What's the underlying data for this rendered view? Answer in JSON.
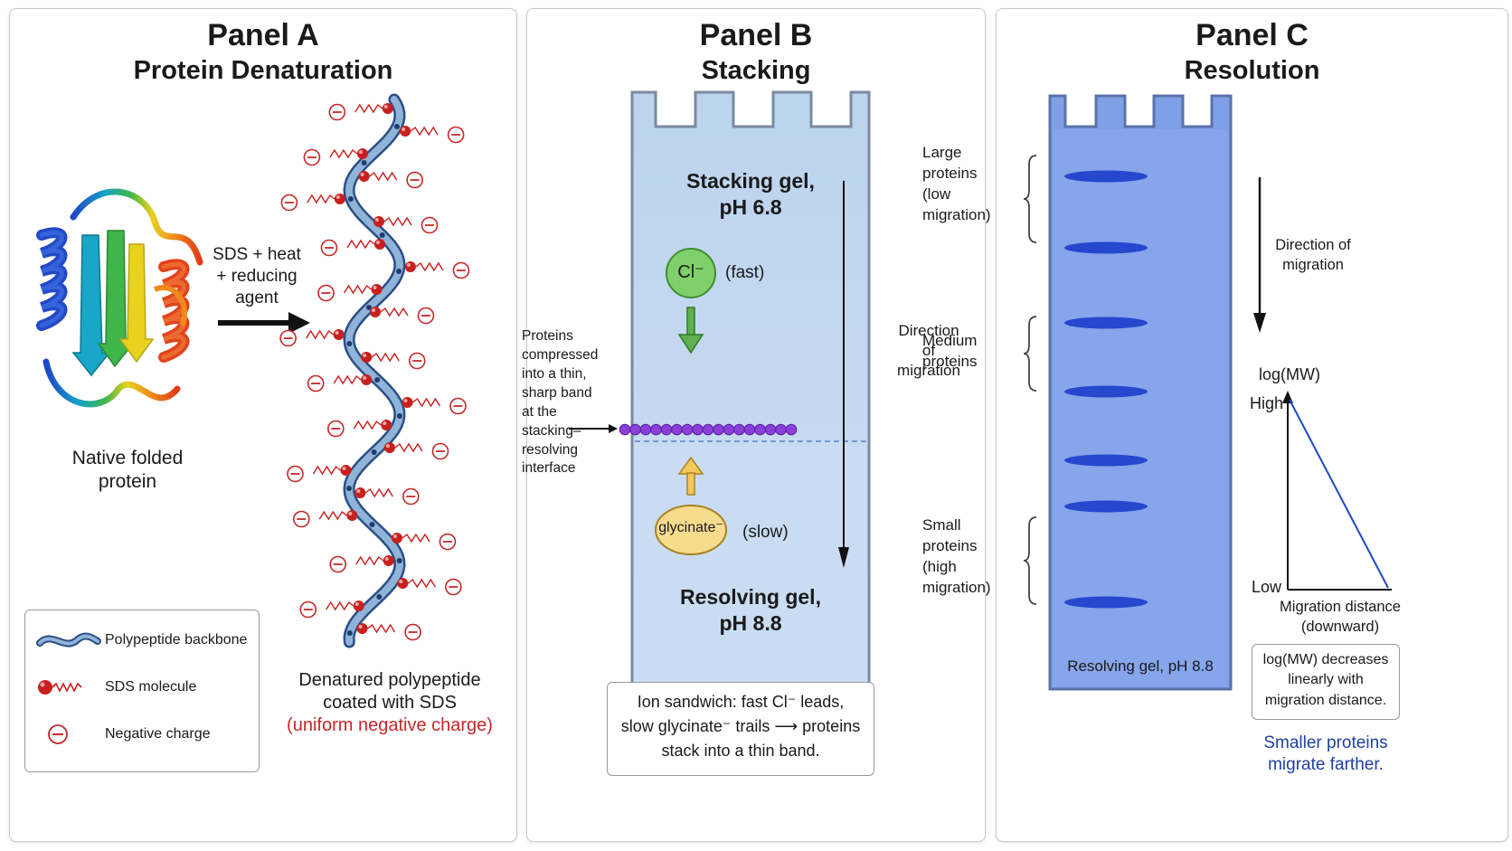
{
  "panel_a": {
    "title": "Panel A",
    "subtitle": "Protein Denaturation",
    "treatment_lines": [
      "SDS + heat",
      "+ reducing",
      "agent"
    ],
    "native_label_lines": [
      "Native folded",
      "protein"
    ],
    "denatured_label_lines": [
      "Denatured polypeptide",
      "coated with SDS"
    ],
    "denatured_note": "(uniform negative charge)",
    "legend": {
      "backbone": "Polypeptide backbone",
      "sds": "SDS molecule",
      "charge": "Negative charge"
    }
  },
  "panel_b": {
    "title": "Panel B",
    "subtitle": "Stacking",
    "stacking_gel_lines": [
      "Stacking gel,",
      "pH 6.8"
    ],
    "resolving_gel_lines": [
      "Resolving gel,",
      "pH 8.8"
    ],
    "chloride_ion": "Cl⁻",
    "chloride_speed": "(fast)",
    "glycinate_ion": "glycinate⁻",
    "glycinate_speed": "(slow)",
    "direction_lines": [
      "Direction",
      "of",
      "migration"
    ],
    "interface_note_lines": [
      "Proteins",
      "compressed",
      "into a thin,",
      "sharp band",
      "at the",
      "stacking–",
      "resolving",
      "interface"
    ],
    "summary_lines": [
      "Ion sandwich: fast Cl⁻ leads,",
      "slow glycinate⁻ trails ⟶ proteins",
      "stack into a thin band."
    ]
  },
  "panel_c": {
    "title": "Panel C",
    "subtitle": "Resolution",
    "large_lines": [
      "Large",
      "proteins",
      "(low",
      "migration)"
    ],
    "medium_lines": [
      "Medium",
      "proteins"
    ],
    "small_lines": [
      "Small",
      "proteins",
      "(high",
      "migration)"
    ],
    "gel_label": "Resolving gel, pH 8.8",
    "direction_lines": [
      "Direction of",
      "migration"
    ],
    "plot_ylabel": "log(MW)",
    "plot_high": "High",
    "plot_low": "Low",
    "plot_xlabel_lines": [
      "Migration distance",
      "(downward)"
    ],
    "relation_lines": [
      "log(MW) decreases",
      "linearly with",
      "migration distance."
    ],
    "conclusion_lines": [
      "Smaller proteins",
      "migrate farther."
    ]
  },
  "colors": {
    "sds_red": "#c8201e",
    "charge_red": "#c62828",
    "backbone_blue": "#8fb4d8",
    "gel_light": "#c7daf0",
    "resolving_gel": "#7f9fe6",
    "band_blue": "#2141cc",
    "protein_purple": "#8a40d8",
    "chloride_green": "#7fd06a",
    "glycinate_yellow": "#f7dc8e",
    "conclusion_blue": "#1f3fa0"
  }
}
